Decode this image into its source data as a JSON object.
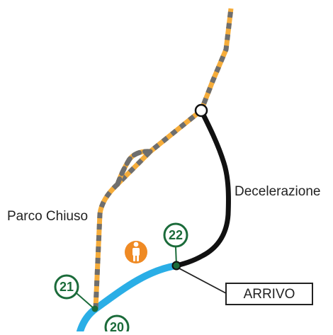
{
  "labels": {
    "parco_chiuso": "Parco Chiuso",
    "deceleration": "Decelerazione",
    "arrival": "ARRIVO"
  },
  "markers": [
    {
      "id": "21",
      "label": "21"
    },
    {
      "id": "22",
      "label": "22"
    },
    {
      "id": "20",
      "label": "20"
    }
  ],
  "icons": {
    "pedestrian": "person-icon"
  },
  "colors": {
    "track_blue": "#2aaee6",
    "deceleration_black": "#111111",
    "service_orange": "#f5ac3a",
    "service_gray": "#6e6e6e",
    "marker_green": "#1b6b3a",
    "pedestrian_orange": "#ef8a24",
    "text": "#222222"
  }
}
